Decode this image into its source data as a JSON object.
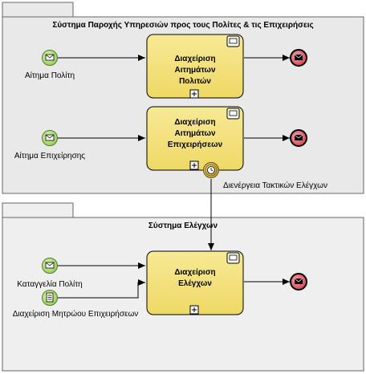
{
  "colors": {
    "pool_fill": "#e9e9e9",
    "pool_stroke": "#666666",
    "task_fill": "#f2e17a",
    "start_fill": "#b6e07a",
    "end_fill": "#e85a66",
    "timer_fill": "#d8b84a"
  },
  "pools": [
    {
      "title": "Σύστημα Παροχής Υπηρεσιών προς τους Πολίτες & τις Επιχειρήσεις"
    },
    {
      "title": "Σύστημα Ελέγχων"
    }
  ],
  "tasks": [
    {
      "lines": [
        "Διαχείριση",
        "Αιτημάτων",
        "Πολιτών"
      ],
      "icon": "user-task-icon",
      "marker": "subprocess-plus-icon"
    },
    {
      "lines": [
        "Διαχείριση",
        "Αιτημάτων",
        "Επιχειρήσεων"
      ],
      "icon": "user-task-icon",
      "marker": "subprocess-plus-icon"
    },
    {
      "lines": [
        "Διαχείριση",
        "Ελέγχων"
      ],
      "icon": "user-task-icon",
      "marker": "subprocess-plus-icon"
    }
  ],
  "start_events": [
    {
      "label": "Αίτημα Πολίτη",
      "icon": "message-envelope-icon"
    },
    {
      "label": "Αίτημα Επιχείρησης",
      "icon": "message-envelope-icon"
    },
    {
      "label": "Καταγγελία Πολίτη",
      "icon": "message-envelope-icon"
    },
    {
      "label": "Διαχείριση Μητρώου Επιχειρήσεων",
      "icon": "conditional-document-icon"
    }
  ],
  "boundary_event": {
    "label": "Διενέργεια Τακτικών Ελέγχων",
    "icon": "timer-clock-icon"
  },
  "end_events": [
    {
      "icon": "message-end-icon"
    },
    {
      "icon": "message-end-icon"
    },
    {
      "icon": "message-end-icon"
    }
  ]
}
